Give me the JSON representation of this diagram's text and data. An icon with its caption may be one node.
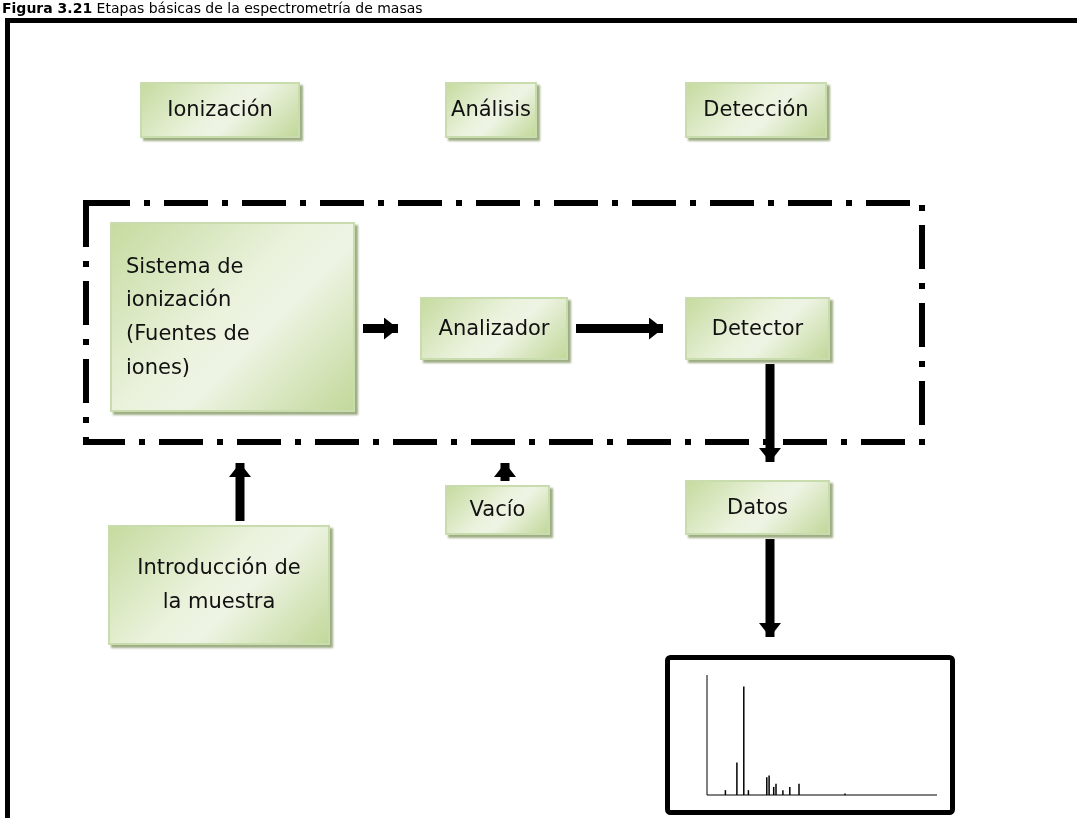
{
  "diagram": {
    "title": "**Figura 3.21**    Etapas básicas de la espectrometría de masas",
    "nodes": [
      {
        "text": [
          "Ionización"
        ]
      },
      {
        "text": [
          "Análisis"
        ]
      },
      {
        "text": [
          "Detección"
        ]
      },
      {
        "text": [],
        "shape": "box"
      },
      {
        "text": [
          "Sistema de ionización (Fuentes de iones)"
        ],
        "in": 3
      },
      {
        "text": [
          "Analizador"
        ],
        "in": 3
      },
      {
        "text": [
          "Detector"
        ],
        "in": 3
      },
      {
        "text": [
          "Introducción de la muestra"
        ]
      },
      {
        "text": [
          "Vacío"
        ]
      },
      {
        "text": [
          "Datos"
        ]
      },
      {
        "text": [],
        "shape": "picture"
      }
    ],
    "edges": [
      {
        "from": 4,
        "to": 5,
        "arrow": "to"
      },
      {
        "from": 5,
        "to": 6,
        "arrow": "to"
      },
      {
        "from": 7,
        "to": 3,
        "arrow": "to"
      },
      {
        "from": 8,
        "to": 3,
        "arrow": "to"
      },
      {
        "from": 6,
        "to": 9,
        "arrow": "to"
      },
      {
        "from": 9,
        "to": 10,
        "arrow": "to"
      }
    ]
  }
}
